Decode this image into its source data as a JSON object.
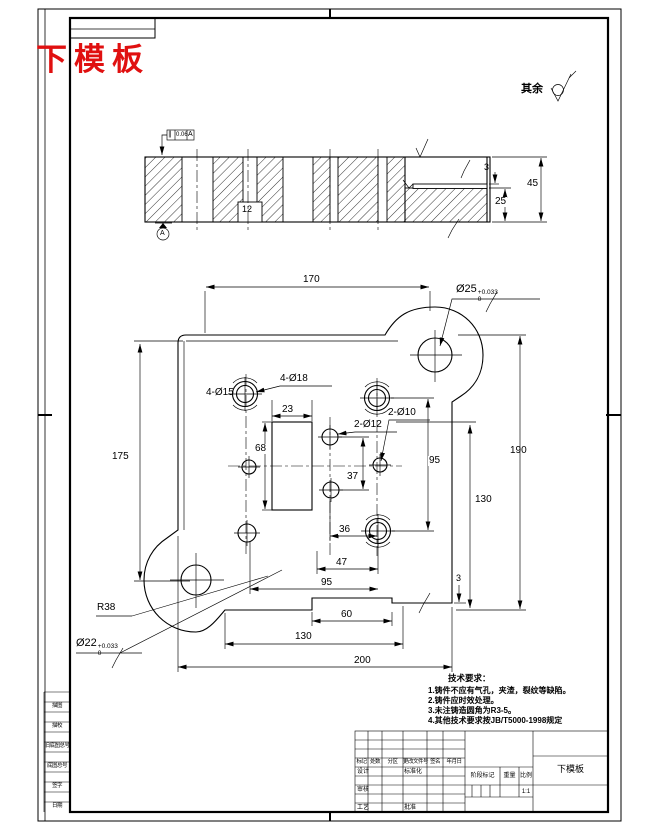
{
  "drawing": {
    "stamp_title": "下模板",
    "surface_default_label": "其余",
    "stamp_color": "#e01010"
  },
  "section_view": {
    "tolerance": {
      "symbol": "∥",
      "value": "0.06",
      "datum": "A"
    },
    "datum_label": "A",
    "dims": {
      "step": "12",
      "plate": "3",
      "depth": "25",
      "height": "45"
    }
  },
  "plan_view": {
    "dims": {
      "w170": "170",
      "h175": "175",
      "h190": "190",
      "h130": "130",
      "v95": "95",
      "w23": "23",
      "h68": "68",
      "v37": "37",
      "w36": "36",
      "w47": "47",
      "w95": "95",
      "w60": "60",
      "w130": "130",
      "w200": "200",
      "step3": "3"
    },
    "labels": {
      "holes18": "4-Ø18",
      "holes15": "4-Ø15",
      "holes12": "2-Ø12",
      "holes10": "2-Ø10",
      "radius": "R38",
      "bore25": "Ø25",
      "bore25_up": "+0.033",
      "bore25_low": "0",
      "bore22": "Ø22",
      "bore22_up": "+0.033",
      "bore22_low": "0"
    }
  },
  "tech_requirements": {
    "title": "技术要求：",
    "items": [
      "1.铸件不应有气孔，夹渣，裂纹等缺陷。",
      "2.铸件应时效处理。",
      "3.未注铸造圆角为R3-5。",
      "4.其他技术要求按JB/T5000-1998规定"
    ]
  },
  "title_block": {
    "part_name": "下模板",
    "scale": "1:1",
    "rev_headers": [
      "标记",
      "处数",
      "分区",
      "更改文件号",
      "签名",
      "年月日"
    ],
    "roles": {
      "design": "设计",
      "standardize": "标准化",
      "review": "审核",
      "process": "工艺",
      "approve": "批准"
    },
    "stage_label": "阶段标记",
    "weight_label": "重量",
    "scale_label": "比例"
  },
  "margin_column": {
    "cells": [
      "描图",
      "描校",
      "旧底图总号",
      "底图总号",
      "签字",
      "日期"
    ]
  }
}
